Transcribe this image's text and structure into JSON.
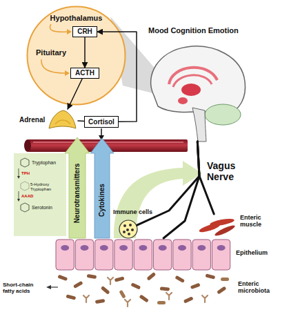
{
  "diagram": {
    "nodes": [
      {
        "text": [
          "Hypothalamus",
          "Pituitary"
        ]
      },
      {
        "text": [
          "CRH"
        ],
        "in": 0
      },
      {
        "text": [
          "ACTH"
        ],
        "in": 0
      },
      {
        "text": [
          "Adrenal"
        ]
      },
      {
        "text": [
          "Cortisol"
        ]
      },
      {
        "text": [
          "Mood Cognition Emotion"
        ]
      },
      {
        "text": [
          "Immune cells"
        ]
      },
      {
        "text": [
          "Enteric muscle"
        ]
      },
      {
        "text": [
          "Epithelium"
        ]
      }
    ],
    "edges": [
      {
        "from": 1,
        "to": 2,
        "arrow": "to"
      },
      {
        "from": 2,
        "to": 3,
        "arrow": "to"
      },
      {
        "from": 3,
        "to": 4,
        "arrow": "none"
      },
      {
        "from": 4,
        "to": 1,
        "arrow": "to"
      },
      {
        "from": 5,
        "to": 6,
        "arrow": "none"
      },
      {
        "from": 5,
        "to": 7,
        "arrow": "none"
      },
      {
        "from": 5,
        "to": 8,
        "arrow": "none"
      }
    ],
    "labels": [
      "Vagus Nerve",
      "Neurotransmitters",
      "Cytokines",
      "Tryptophan",
      "TPH",
      "5-Hydroxy Tryptophan",
      "AAAD",
      "Serotonin",
      "Short-chain fatty acids",
      "Enteric microbiota"
    ]
  }
}
